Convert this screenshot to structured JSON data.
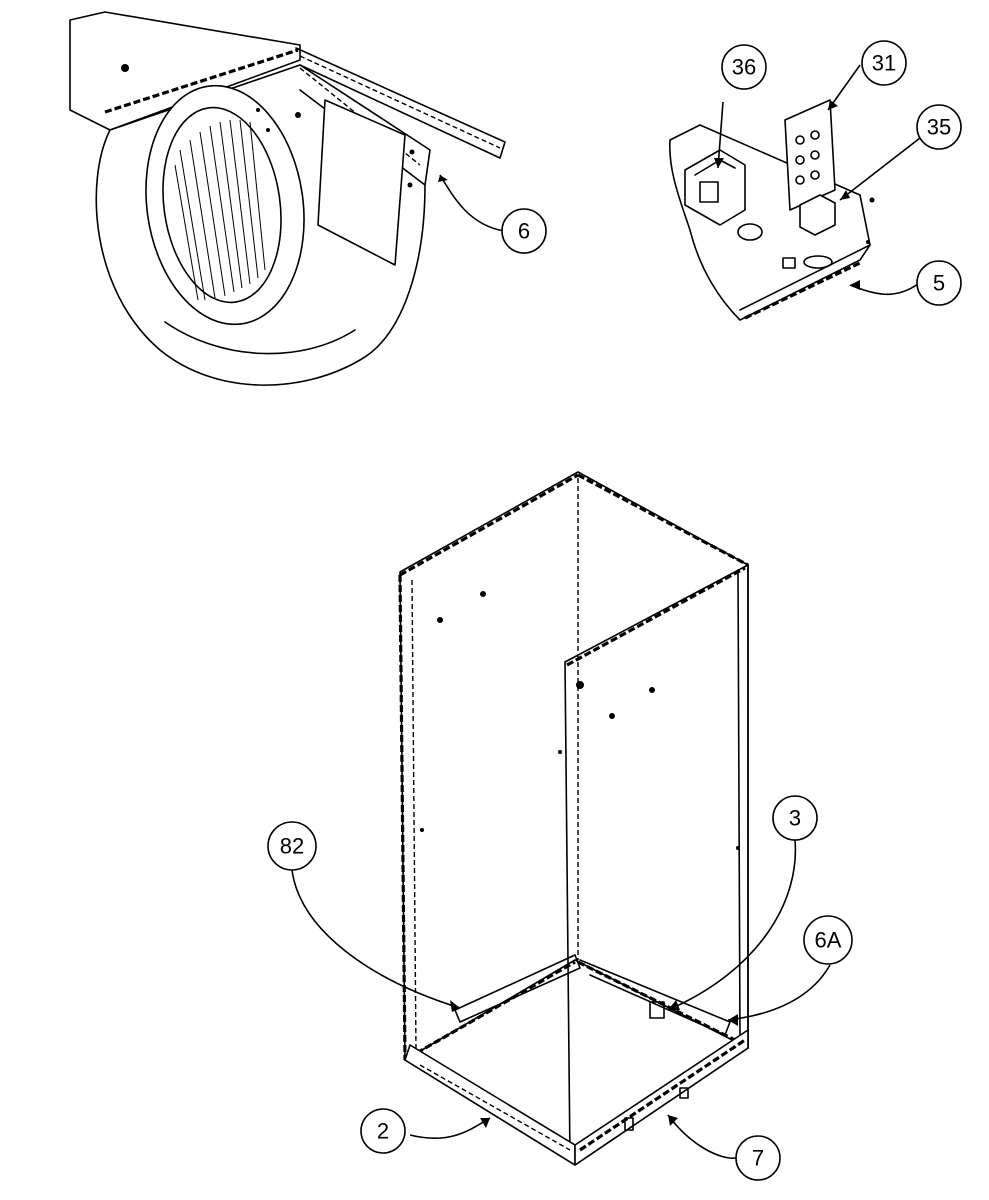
{
  "callouts": {
    "blower_bracket": "6",
    "transformer": "36",
    "relay_board": "31",
    "relay": "35",
    "control_box": "5",
    "filter_rail": "82",
    "rail_bracket": "3",
    "side_bracket": "6A",
    "base_front": "2",
    "base_rail": "7"
  }
}
